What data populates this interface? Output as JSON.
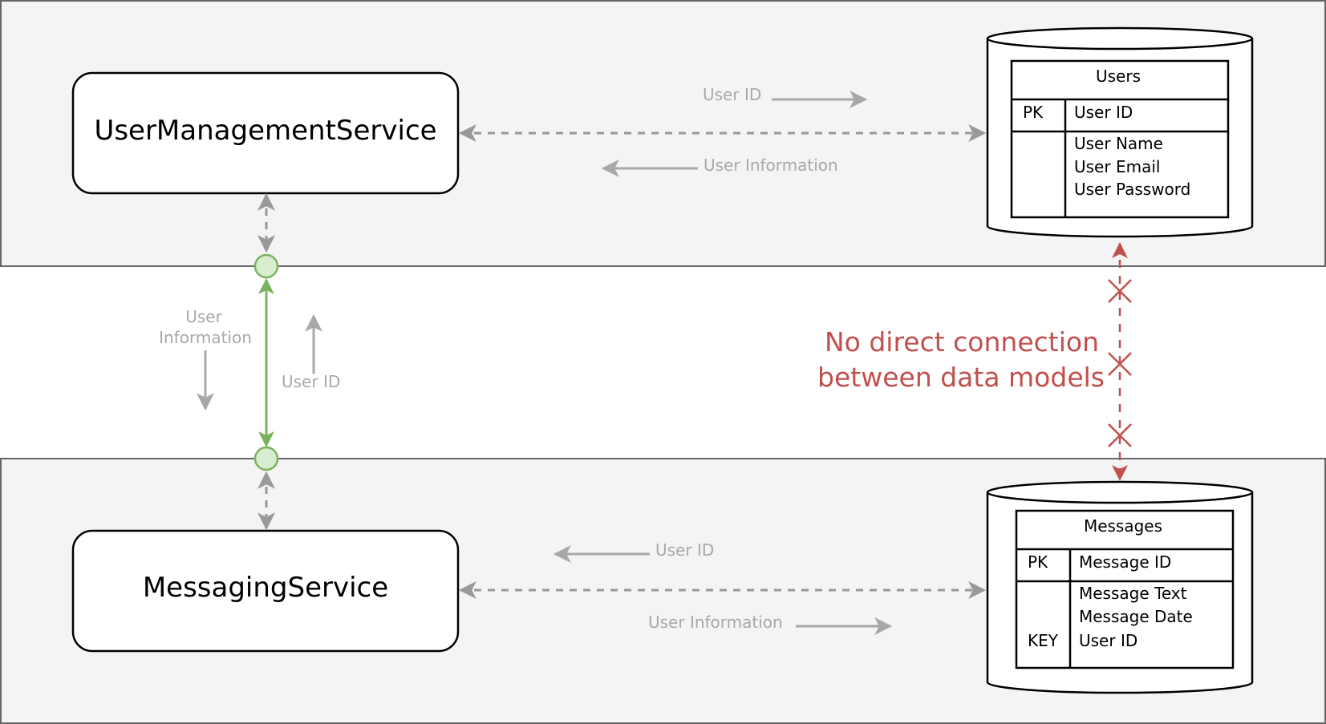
{
  "services": {
    "user": "UserManagementService",
    "messaging": "MessagingService"
  },
  "users_table": {
    "title": "Users",
    "pk_label": "PK",
    "pk_field": "User ID",
    "fields": [
      "User Name",
      "User Email",
      "User Password"
    ]
  },
  "messages_table": {
    "title": "Messages",
    "pk_label": "PK",
    "pk_field": "Message ID",
    "fields": [
      "Message Text",
      "Message Date",
      "User ID"
    ],
    "key_label": "KEY"
  },
  "flows": {
    "top_user_id": "User ID",
    "top_user_information": "User Information",
    "mid_user_line1": "User",
    "mid_user_line2": "Information",
    "mid_user_id": "User ID",
    "bottom_user_id": "User ID",
    "bottom_user_information": "User Information"
  },
  "warning": {
    "line1": "No direct connection",
    "line2": "between data models"
  },
  "colors": {
    "accent_green": "#7ab35e",
    "warning_red": "#c0504d",
    "flow_gray": "#a8a8a8"
  }
}
